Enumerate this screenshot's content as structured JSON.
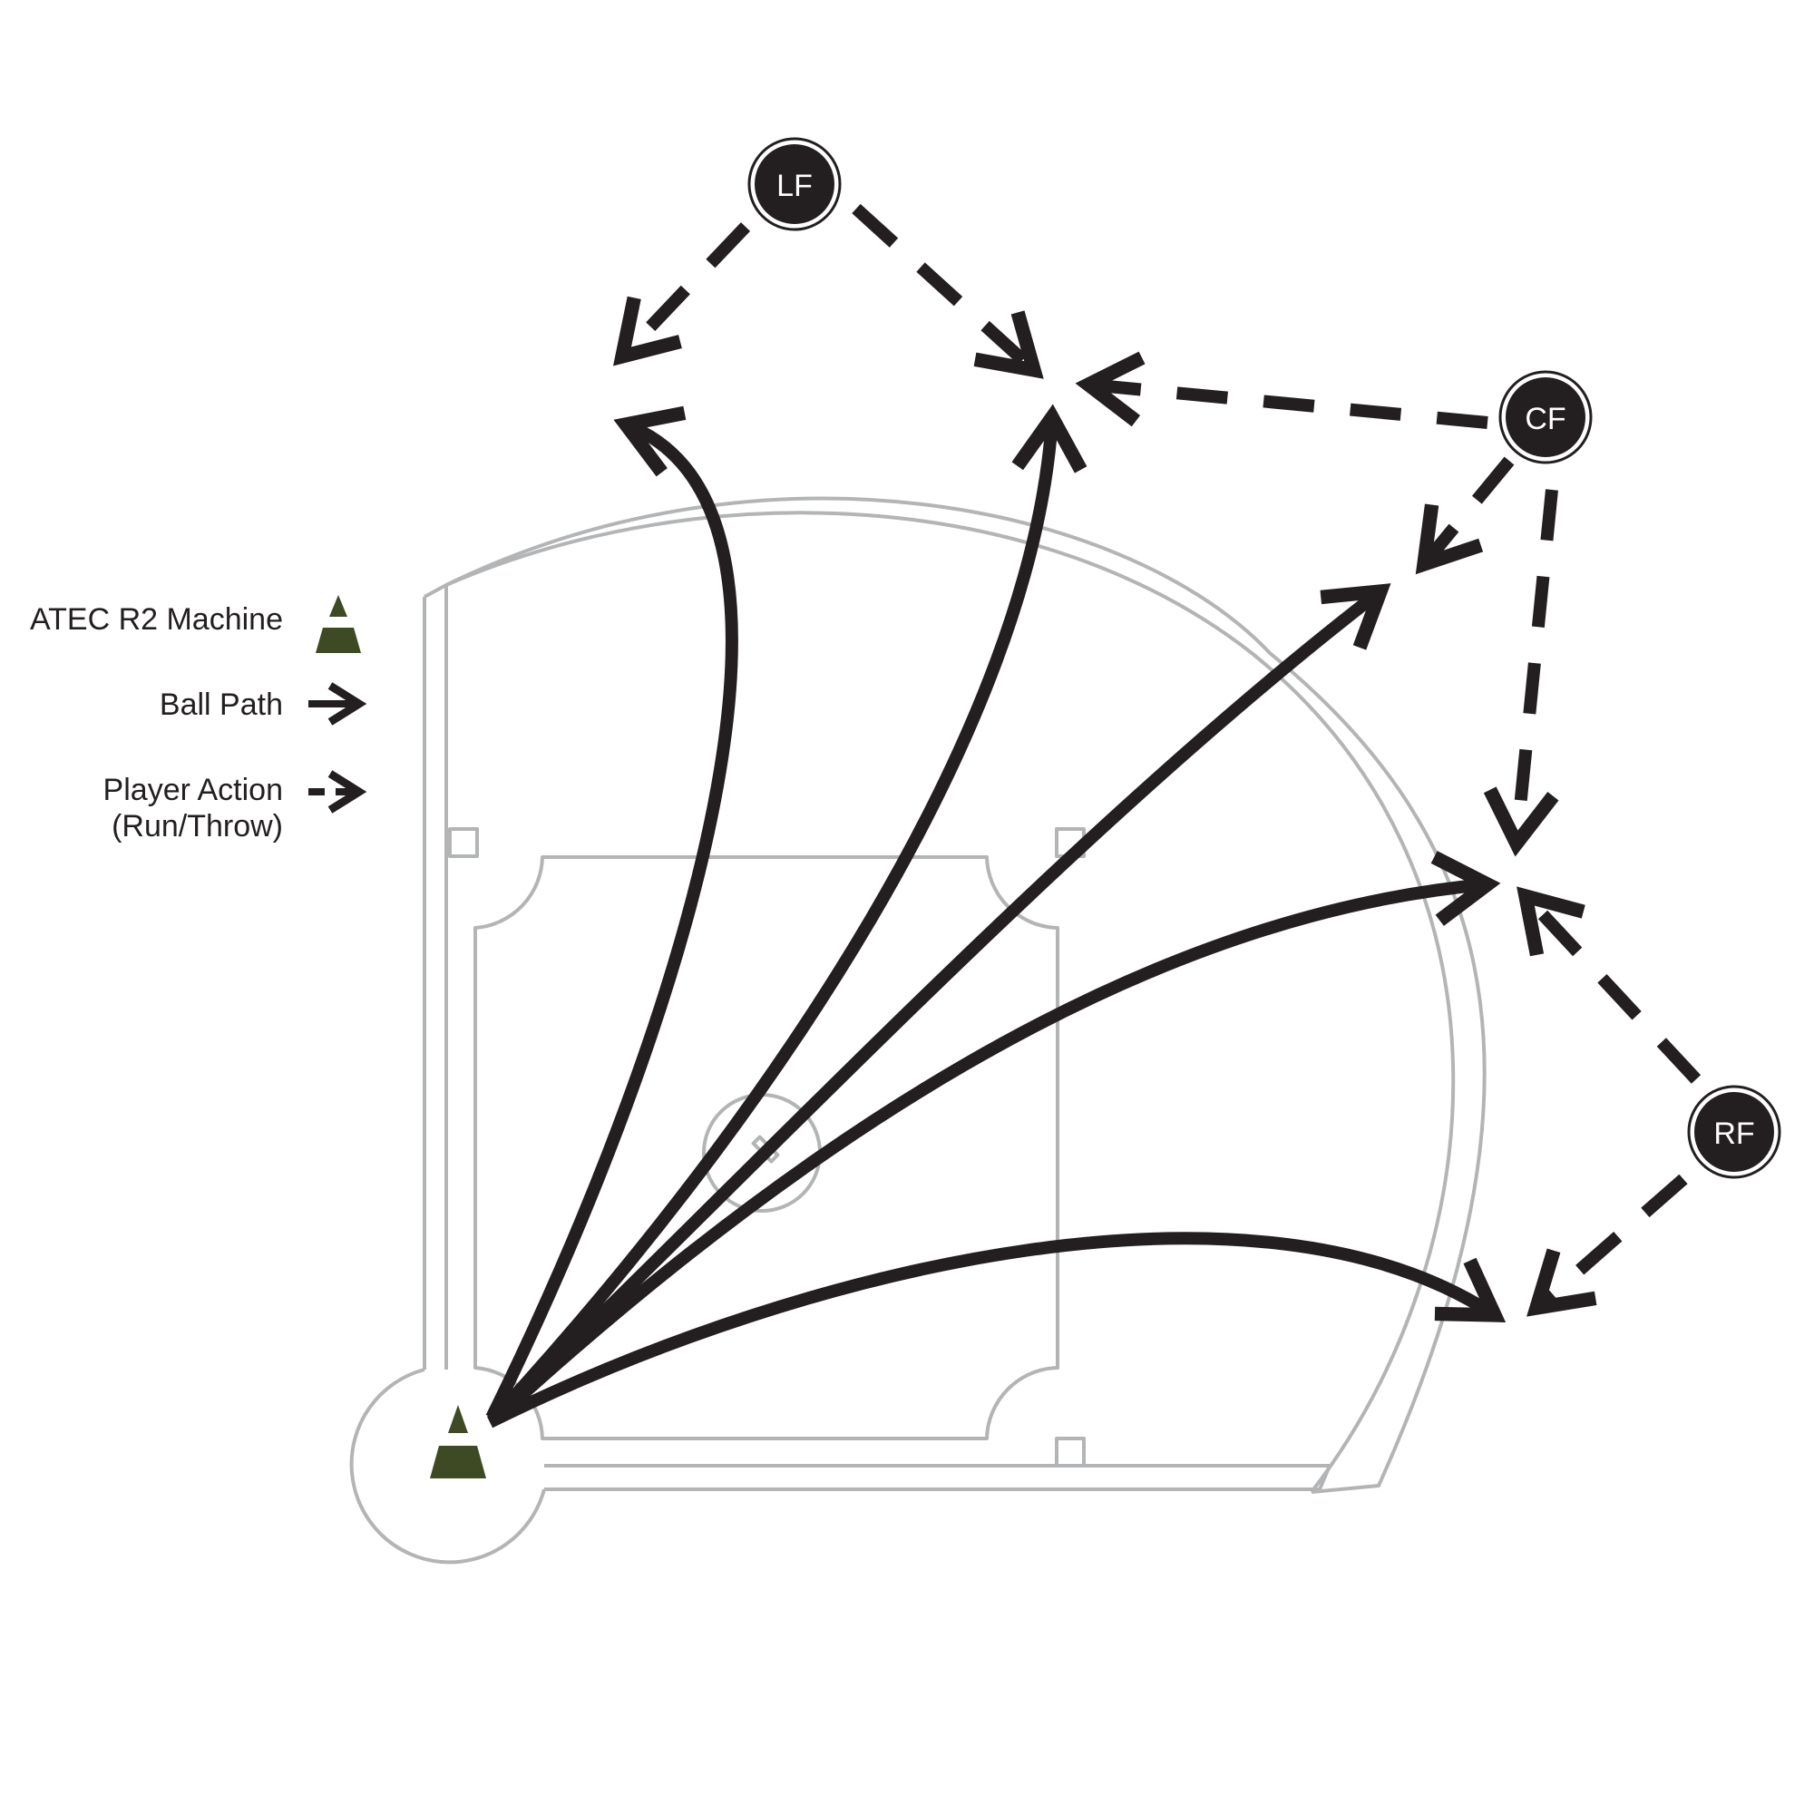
{
  "legend": {
    "machine_label": "ATEC R2 Machine",
    "ball_path_label": "Ball Path",
    "player_action_label": "Player Action",
    "player_action_sublabel": "(Run/Throw)"
  },
  "players": [
    {
      "id": "lf",
      "label": "LF"
    },
    {
      "id": "cf",
      "label": "CF"
    },
    {
      "id": "rf",
      "label": "RF"
    }
  ],
  "colors": {
    "ink": "#231f20",
    "field_line": "#b2b4b6",
    "machine": "#3d4a23"
  }
}
